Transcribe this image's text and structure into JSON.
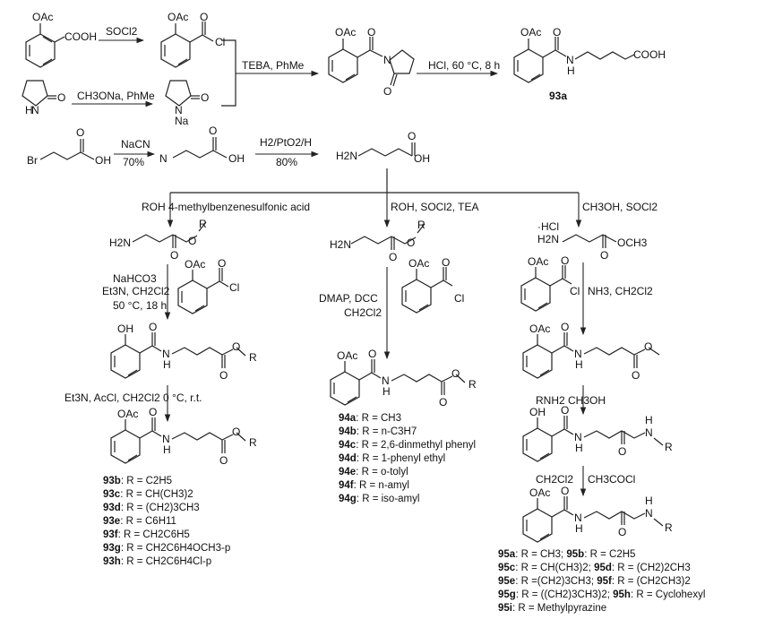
{
  "atoms": {
    "oac": "OAc",
    "cooh": "COOH",
    "cl": "Cl",
    "o": "O",
    "n": "N",
    "h": "H",
    "na": "Na",
    "br": "Br",
    "oh": "OH",
    "nc": "N",
    "h2n": "H2N",
    "ome": "OCH3",
    "hcl": "·HCl",
    "r": "R",
    "nr": "N",
    "nhr_h": "H"
  },
  "conditions": {
    "socl2": "SOCl2",
    "ch3ona": "CH3ONa, PhMe",
    "teba": "TEBA, PhMe",
    "hcl_heat": "HCl, 60 °C, 8 h",
    "nacn": "NaCN",
    "nacn_yield": "70%",
    "h2pto2": "H2/PtO2/H",
    "h2_yield": "80%",
    "branch1": "ROH  4-methylbenzenesulfonic acid",
    "branch2": "ROH, SOCl2, TEA",
    "branch3": "CH3OH, SOCl2",
    "nahco3_1": "NaHCO3",
    "nahco3_2": "Et3N, CH2Cl2",
    "nahco3_3": "50 °C, 18 h",
    "acetyl": "Et3N, AcCl, CH2Cl2 0 °C, r.t.",
    "dmap_1": "DMAP, DCC",
    "dmap_2": "CH2Cl2",
    "nh3": "NH3, CH2Cl2",
    "rnh2": "RNH2  CH3OH",
    "ch2cl2": "CH2Cl2",
    "ch3cocl": "CH3COCl"
  },
  "compounds": {
    "c93a": "93a"
  },
  "list93": [
    {
      "id": "93b",
      "text": ": R = C2H5"
    },
    {
      "id": "93c",
      "text": ": R = CH(CH3)2"
    },
    {
      "id": "93d",
      "text": ": R = (CH2)3CH3"
    },
    {
      "id": "93e",
      "text": ": R = C6H11"
    },
    {
      "id": "93f",
      "text": ": R = CH2C6H5"
    },
    {
      "id": "93g",
      "text": ": R = CH2C6H4OCH3-p"
    },
    {
      "id": "93h",
      "text": ": R = CH2C6H4Cl-p"
    }
  ],
  "list94": [
    {
      "id": "94a",
      "text": ": R = CH3"
    },
    {
      "id": "94b",
      "text": ": R = n-C3H7"
    },
    {
      "id": "94c",
      "text": ": R = 2,6-dinmethyl phenyl"
    },
    {
      "id": "94d",
      "text": ": R = 1-phenyl ethyl"
    },
    {
      "id": "94e",
      "text": ": R = o-tolyl"
    },
    {
      "id": "94f",
      "text": ": R = n-amyl"
    },
    {
      "id": "94g",
      "text": ": R = iso-amyl"
    }
  ],
  "list95": [
    {
      "id": "95a",
      "text": ": R = CH3; ",
      "id2": "95b",
      "text2": ": R = C2H5"
    },
    {
      "id": "95c",
      "text": ": R = CH(CH3)2; ",
      "id2": "95d",
      "text2": ": R = (CH2)2CH3"
    },
    {
      "id": "95e",
      "text": ": R =(CH2)3CH3; ",
      "id2": "95f",
      "text2": ": R = (CH2CH3)2"
    },
    {
      "id": "95g",
      "text": ": R = ((CH2)3CH3)2; ",
      "id2": "95h",
      "text2": ": R = Cyclohexyl"
    },
    {
      "id": "95i",
      "text": ": R = Methylpyrazine",
      "id2": "",
      "text2": ""
    }
  ]
}
